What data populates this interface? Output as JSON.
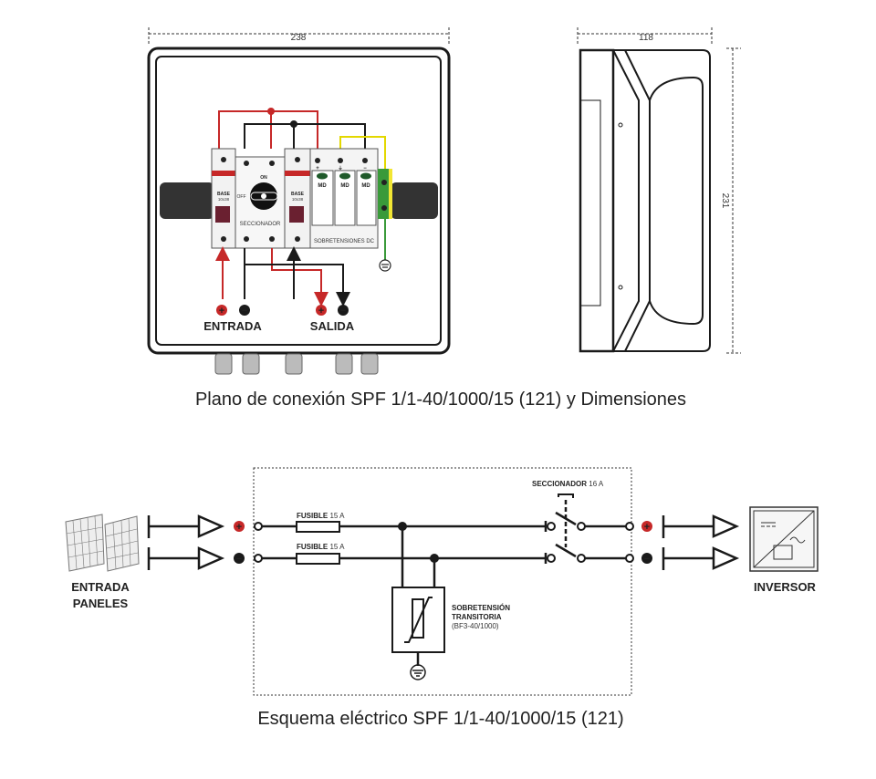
{
  "top": {
    "dim_width": "238",
    "dim_depth": "118",
    "dim_height": "231",
    "entrada": "ENTRADA",
    "salida": "SALIDA",
    "module_base": "BASE",
    "module_base_size": "10x38",
    "seccionador_module": "SECCIONADOR",
    "seccionador_on": "ON",
    "seccionador_off": "OFF",
    "spd_module": "SOBRETENSIONES DC",
    "spd_brand": "MD",
    "spd_marks": [
      "+",
      "⏚",
      "−"
    ],
    "caption": "Plano de conexión SPF 1/1-40/1000/15 (121) y Dimensiones"
  },
  "schematic": {
    "entrada_line1": "ENTRADA",
    "entrada_line2": "PANELES",
    "fuse_label_bold": "FUSIBLE",
    "fuse_rating": "15 A",
    "seccionador_bold": "SECCIONADOR",
    "seccionador_rating": "16 A",
    "spd_line1": "SOBRETENSIÓN",
    "spd_line2": "TRANSITORIA",
    "spd_model": "(BF3-40/1000)",
    "inversor": "INVERSOR",
    "caption": "Esquema eléctrico SPF 1/1-40/1000/15 (121)"
  },
  "colors": {
    "positive": "#c62828",
    "negative": "#1a1a1a",
    "earth_green": "#3a9a3a",
    "earth_yellow": "#f2e634"
  }
}
